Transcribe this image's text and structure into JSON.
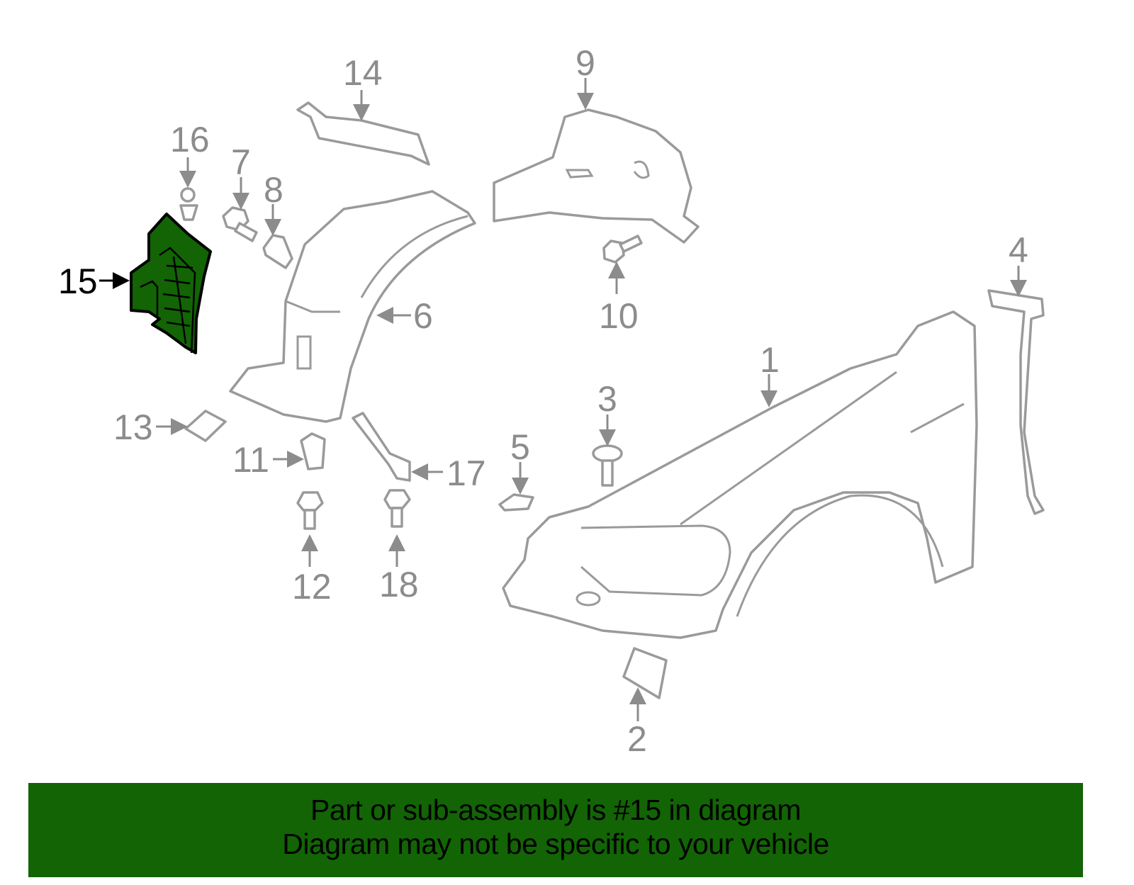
{
  "diagram": {
    "highlighted_part": "15",
    "highlight_color": "#126405",
    "callouts": [
      "1",
      "2",
      "3",
      "4",
      "5",
      "6",
      "7",
      "8",
      "9",
      "10",
      "11",
      "12",
      "13",
      "14",
      "15",
      "16",
      "17",
      "18"
    ]
  },
  "banner": {
    "line1": "Part or sub-assembly is #15 in diagram",
    "line2": "Diagram may not be specific to your vehicle",
    "color": "#126405"
  }
}
